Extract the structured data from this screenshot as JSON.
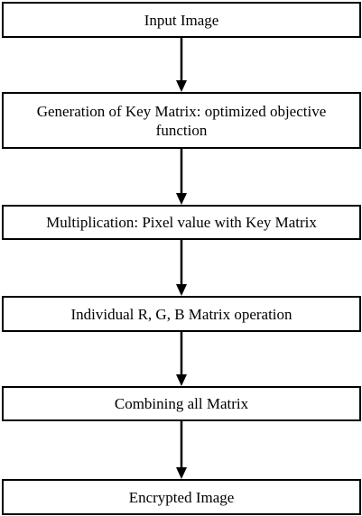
{
  "flowchart": {
    "steps": [
      {
        "label": "Input Image"
      },
      {
        "label": "Generation of Key Matrix: optimized objective function"
      },
      {
        "label": "Multiplication: Pixel value with Key Matrix"
      },
      {
        "label": "Individual R, G, B Matrix operation"
      },
      {
        "label": "Combining all Matrix"
      },
      {
        "label": "Encrypted Image"
      }
    ]
  },
  "colors": {
    "line": "#000000",
    "box_fill": "#ffffff"
  }
}
